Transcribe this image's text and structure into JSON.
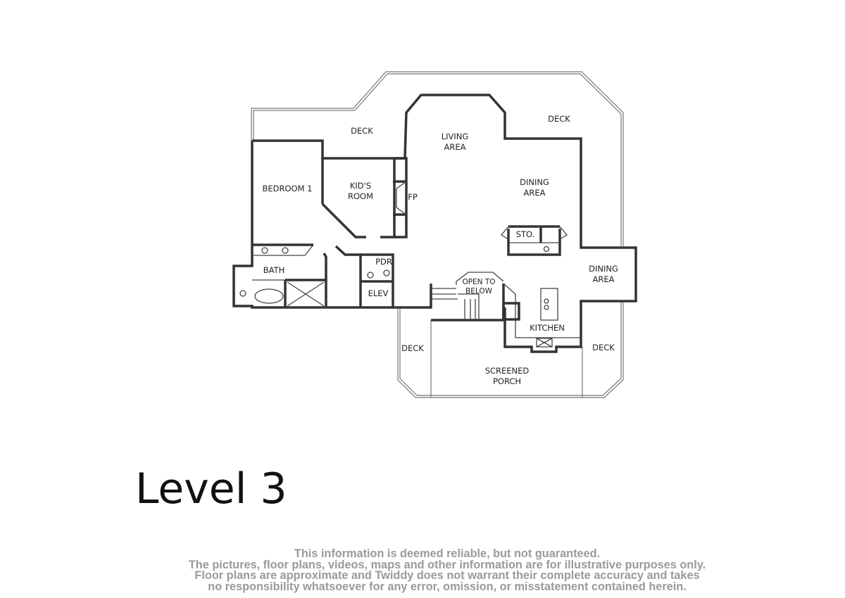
{
  "title": "Level 3",
  "rooms": {
    "deck_top_left": "DECK",
    "deck_top_right": "DECK",
    "living_line1": "LIVING",
    "living_line2": "AREA",
    "dining1_line1": "DINING",
    "dining1_line2": "AREA",
    "bedroom1": "BEDROOM 1",
    "kids_line1": "KID'S",
    "kids_line2": "ROOM",
    "fp": "FP",
    "sto": "STO.",
    "bath": "BATH",
    "pdr": "PDR",
    "elev": "ELEV",
    "open_line1": "OPEN TO",
    "open_line2": "BELOW",
    "dining2_line1": "DINING",
    "dining2_line2": "AREA",
    "kitchen": "KITCHEN",
    "deck_bottom_left": "DECK",
    "deck_bottom_right": "DECK",
    "porch_line1": "SCREENED",
    "porch_line2": "PORCH"
  },
  "disclaimer": [
    "This information is deemed reliable, but not guaranteed.",
    "The pictures, floor plans, videos, maps and other information are for illustrative purposes only.",
    "Floor plans are approximate and Twiddy does not warrant their complete accuracy and takes",
    "no responsibility whatsoever for any error, omission, or misstatement contained herein."
  ]
}
